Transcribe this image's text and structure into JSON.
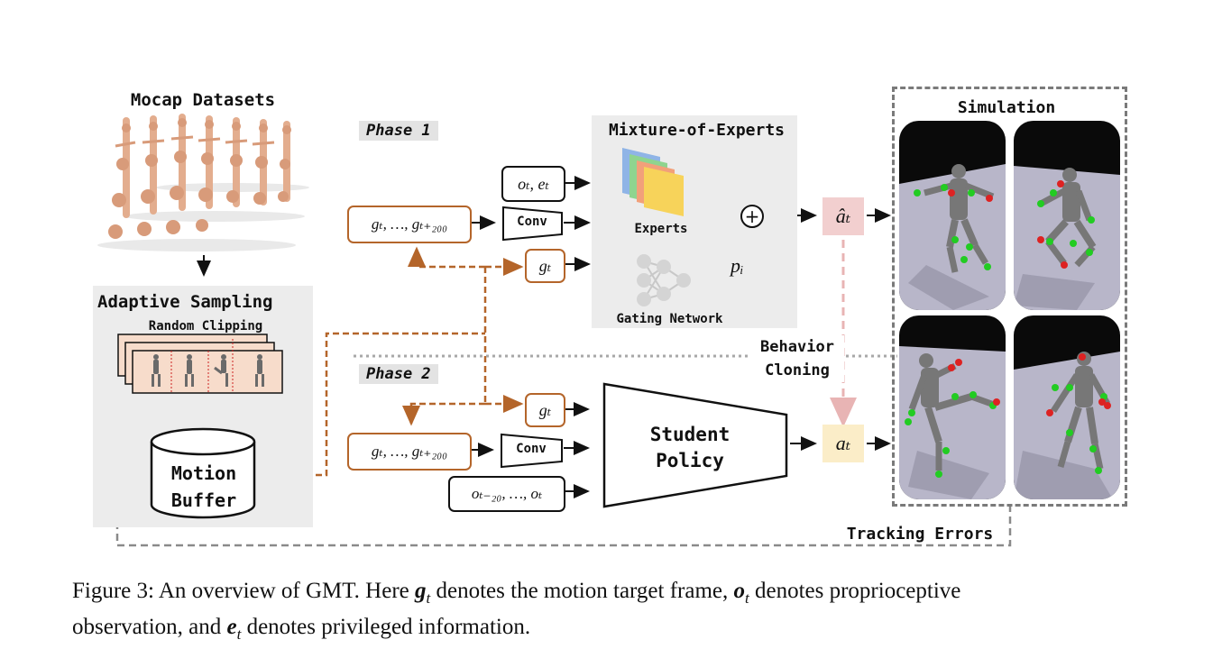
{
  "mocap": {
    "title": "Mocap Datasets"
  },
  "sampling": {
    "title": "Adaptive Sampling",
    "clip_label": "Random Clipping",
    "buffer_line1": "Motion",
    "buffer_line2": "Buffer"
  },
  "phase1": {
    "tag": "Phase 1",
    "input_oe": "oₜ, eₜ",
    "input_g_seq": "gₜ, …, gₜ₊₂₀₀",
    "conv": "Conv",
    "input_g": "gₜ",
    "moe_title": "Mixture-of-Experts",
    "experts_label": "Experts",
    "gating_label": "Gating Network",
    "p_label": "pᵢ",
    "sum_symbol": "+",
    "action_hat": "âₜ"
  },
  "phase2": {
    "tag": "Phase 2",
    "input_g": "gₜ",
    "input_g_seq": "gₜ, …, gₜ₊₂₀₀",
    "conv": "Conv",
    "input_obs": "oₜ₋₂₀, …, oₜ",
    "student_line1": "Student",
    "student_line2": "Policy",
    "action": "aₜ"
  },
  "behavior_cloning": {
    "line1": "Behavior",
    "line2": "Cloning"
  },
  "simulation": {
    "title": "Simulation"
  },
  "tracking": {
    "label": "Tracking Errors"
  },
  "caption": {
    "prefix": "Figure 3: An overview of GMT. Here ",
    "g": "g",
    "g_sub": "t",
    "part1": " denotes the motion target frame, ",
    "o": "o",
    "o_sub": "t",
    "part2": " denotes proprioceptive",
    "line2_a": "observation, and ",
    "e": "e",
    "e_sub": "t",
    "line2_b": " denotes privileged information."
  },
  "colors": {
    "orange": "#b4652a",
    "ahat_fill": "#f2cfcf",
    "a_fill": "#fbedc8",
    "bc_arrow": "#e8b4b4",
    "panel_grey": "#ececec",
    "sim_floor": "#b8b6c9"
  }
}
